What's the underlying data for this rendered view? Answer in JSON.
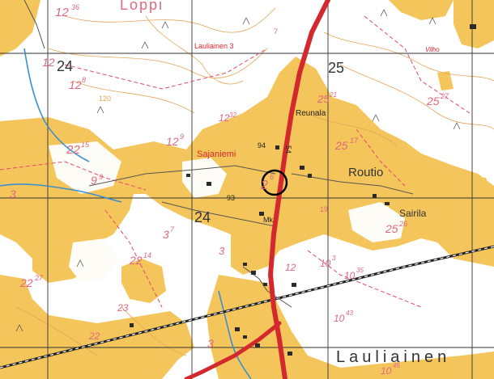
{
  "colors": {
    "field": "#f4c55a",
    "forest": "#fdfcf7",
    "road": "#d4282f",
    "contour": "#e2a55a",
    "grid": "#333333",
    "water": "#3a8fd1",
    "boundary": "#e04b6b",
    "building": "#2b2b2b",
    "railway": "#222222"
  },
  "places": {
    "loppi": "Loppi",
    "laulianen_top": "Lauliainen 3",
    "reunala": "Reunala",
    "sajaniemi": "Sajaniemi",
    "routio": "Routio",
    "sairila": "Sairila",
    "laulianen_town": "Lauliainen"
  },
  "grid_numbers": {
    "g24_top": "24",
    "g25_top": "25",
    "g24_mid": "24"
  },
  "elevations": {
    "e1": "12",
    "e2": "12",
    "e3": "12",
    "e4": "12",
    "e5": "12",
    "e6": "22",
    "e7": "9",
    "e8": "25",
    "e9": "25",
    "e10": "25",
    "e11": "25",
    "e12": "3",
    "e13": "3",
    "e14": "22",
    "e15": "22",
    "e16": "23",
    "e17": "22",
    "e18": "10",
    "e19": "10",
    "e20": "10",
    "e21": "10",
    "e22": "12",
    "e23": "3",
    "e24": "3",
    "e25": "2"
  },
  "superscripts": {
    "s1": "36",
    "s2": "8",
    "s3": "9",
    "s4": "32",
    "s5": "15",
    "s6": "9",
    "s7": "21",
    "s8": "27",
    "s9": "17",
    "s10": "26",
    "s11": "7",
    "s12": "14",
    "s13": "27",
    "s14": "3",
    "s15": "35",
    "s16": "43",
    "s17": "45",
    "s18": "6"
  },
  "small_marks": {
    "mk": "Mk",
    "m93": "93",
    "m94": "94",
    "m54": "54",
    "m19": "19",
    "m120": "120",
    "m7": "7",
    "vilho": "Vilho"
  }
}
